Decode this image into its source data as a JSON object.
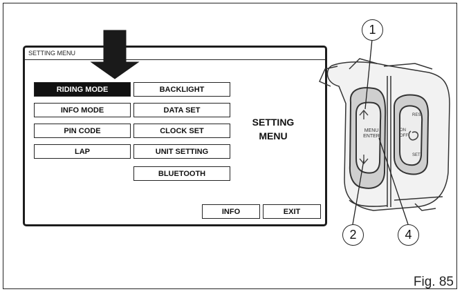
{
  "panel": {
    "title": "SETTING MENU",
    "heading": [
      "SETTING",
      "MENU"
    ]
  },
  "menu": {
    "left": [
      "RIDING MODE",
      "INFO MODE",
      "PIN CODE",
      "LAP"
    ],
    "right": [
      "BACKLIGHT",
      "DATA SET",
      "CLOCK SET",
      "UNIT SETTING",
      "BLUETOOTH"
    ],
    "selected": "RIDING MODE"
  },
  "footer_buttons": [
    "INFO",
    "EXIT"
  ],
  "callouts": [
    "1",
    "2",
    "4"
  ],
  "controls": {
    "menu_enter": [
      "MENU",
      "ENTER"
    ],
    "side_labels": [
      "ON",
      "OFF"
    ],
    "set_label": "SET",
    "top_label": "RES"
  },
  "figure_label": "Fig. 85",
  "icons": [
    "down-arrow-icon",
    "up-arrow-icon",
    "swirl-icon"
  ]
}
